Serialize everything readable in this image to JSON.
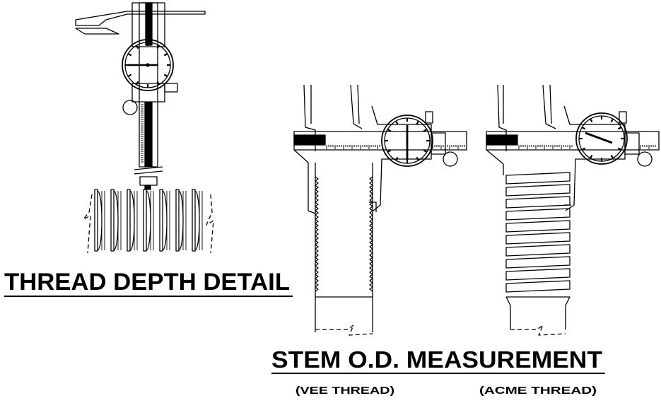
{
  "colors": {
    "line": "#000000",
    "background": "#ffffff"
  },
  "labels": {
    "thread_depth_title": "THREAD DEPTH DETAIL",
    "stem_od_title": "STEM O.D. MEASUREMENT",
    "vee_caption": "(VEE THREAD)",
    "acme_caption": "(ACME THREAD)"
  }
}
